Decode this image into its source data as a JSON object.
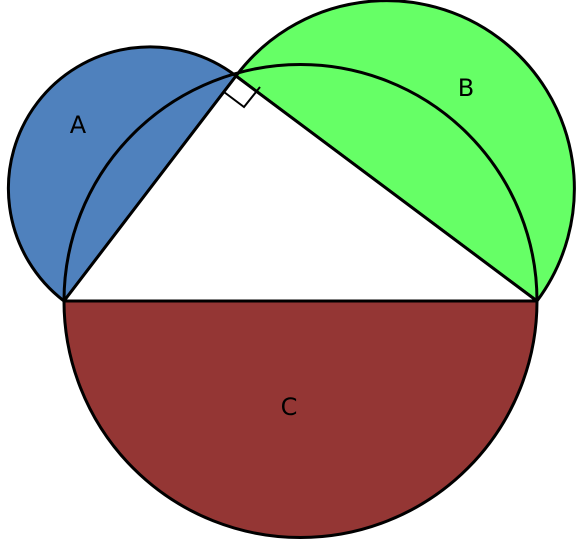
{
  "labels": {
    "a": "A",
    "b": "B",
    "c": "C"
  },
  "colors": {
    "region_a": "#4f81bd",
    "region_b": "#66ff66",
    "region_c": "#943634",
    "triangle": "#ffffff",
    "stroke": "#000000"
  },
  "marks": {
    "right_angle": "right-angle-marker"
  }
}
